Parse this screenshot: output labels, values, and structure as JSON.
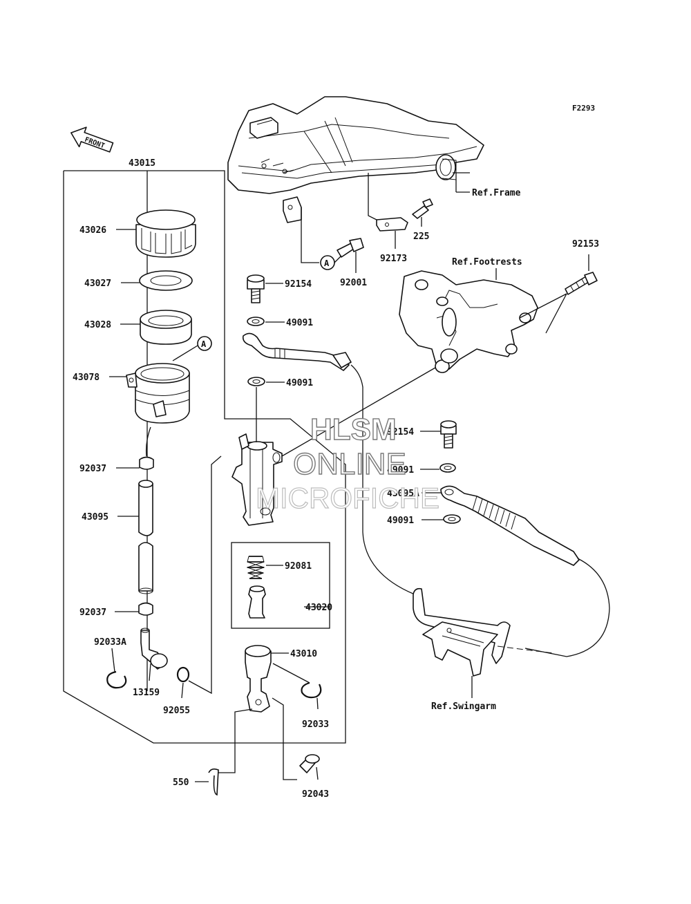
{
  "figure_code": "F2293",
  "front_label": "FRONT",
  "refs": {
    "frame": "Ref.Frame",
    "footrests": "Ref.Footrests",
    "swingarm": "Ref.Swingarm"
  },
  "marker": "A",
  "parts": {
    "p43015": "43015",
    "p43026": "43026",
    "p43027": "43027",
    "p43028": "43028",
    "p43078": "43078",
    "p92037a": "92037",
    "p43095": "43095",
    "p92037b": "92037",
    "p92033A": "92033A",
    "p13159": "13159",
    "p92055": "92055",
    "p550": "550",
    "p92043": "92043",
    "p92033": "92033",
    "p43010": "43010",
    "p43020": "43020",
    "p92081": "92081",
    "p92154a": "92154",
    "p49091a": "49091",
    "p49091b": "49091",
    "p92001": "92001",
    "p92173": "92173",
    "p225": "225",
    "p92153": "92153",
    "p92154b": "92154",
    "p49091c": "49091",
    "p43095A": "43095A",
    "p49091d": "49091"
  },
  "watermark": {
    "line1": "HLSM",
    "line2": "ONLINE",
    "line3": "MICROFICHE"
  }
}
